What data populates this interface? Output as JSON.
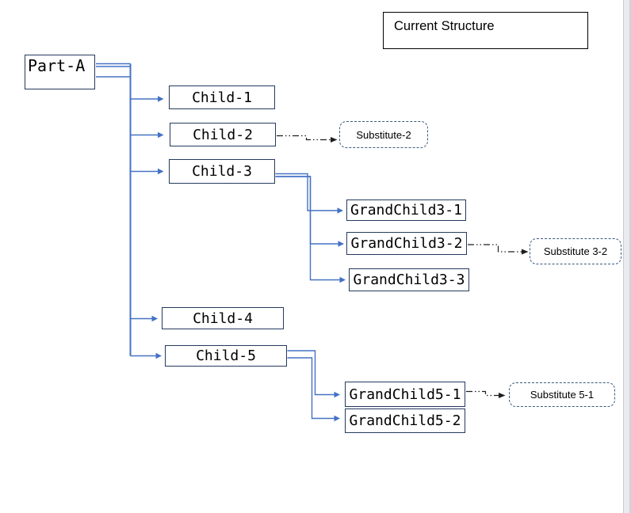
{
  "title": {
    "label": "Current Structure"
  },
  "nodes": [
    {
      "id": "part-a",
      "label": "Part-A",
      "kind": "root"
    },
    {
      "id": "child1",
      "label": "Child-1",
      "kind": "part"
    },
    {
      "id": "child2",
      "label": "Child-2",
      "kind": "part"
    },
    {
      "id": "child3",
      "label": "Child-3",
      "kind": "part"
    },
    {
      "id": "child4",
      "label": "Child-4",
      "kind": "part"
    },
    {
      "id": "child5",
      "label": "Child-5",
      "kind": "part"
    },
    {
      "id": "gc31",
      "label": "GrandChild3-1",
      "kind": "part"
    },
    {
      "id": "gc32",
      "label": "GrandChild3-2",
      "kind": "part"
    },
    {
      "id": "gc33",
      "label": "GrandChild3-3",
      "kind": "part"
    },
    {
      "id": "gc51",
      "label": "GrandChild5-1",
      "kind": "part"
    },
    {
      "id": "gc52",
      "label": "GrandChild5-2",
      "kind": "part"
    },
    {
      "id": "sub2",
      "label": "Substitute-2",
      "kind": "substitute"
    },
    {
      "id": "sub32",
      "label": "Substitute 3-2",
      "kind": "substitute"
    },
    {
      "id": "sub51",
      "label": "Substitute 5-1",
      "kind": "substitute"
    }
  ],
  "links": {
    "hierarchy": [
      {
        "parent": "Part-A",
        "child": "Child-1"
      },
      {
        "parent": "Part-A",
        "child": "Child-2"
      },
      {
        "parent": "Part-A",
        "child": "Child-3"
      },
      {
        "parent": "Part-A",
        "child": "Child-4"
      },
      {
        "parent": "Part-A",
        "child": "Child-5"
      },
      {
        "parent": "Child-3",
        "child": "GrandChild3-1"
      },
      {
        "parent": "Child-3",
        "child": "GrandChild3-2"
      },
      {
        "parent": "Child-3",
        "child": "GrandChild3-3"
      },
      {
        "parent": "Child-5",
        "child": "GrandChild5-1"
      },
      {
        "parent": "Child-5",
        "child": "GrandChild5-2"
      }
    ],
    "substitutes": [
      {
        "for": "Child-2",
        "substitute": "Substitute-2"
      },
      {
        "for": "GrandChild3-2",
        "substitute": "Substitute 3-2"
      },
      {
        "for": "GrandChild5-1",
        "substitute": "Substitute 5-1"
      }
    ]
  },
  "colors": {
    "connector_blue": "#4472C4",
    "part_box_border": "#243A5E",
    "substitute_border": "#3A5A80",
    "substitute_link_black": "#1f1f1f",
    "title_border": "#000000",
    "text": "#000000",
    "edge_strip": "#e9ebf1"
  }
}
